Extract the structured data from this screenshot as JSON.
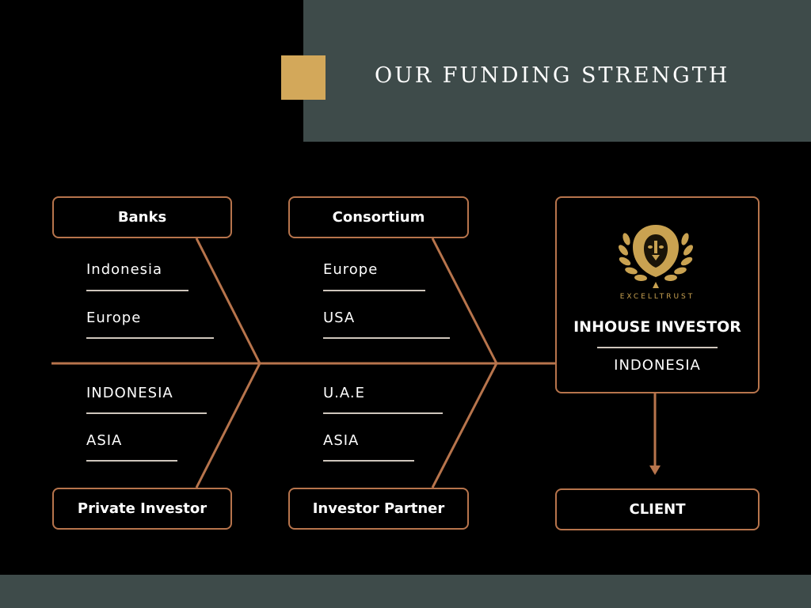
{
  "header": {
    "title": "OUR FUNDING STRENGTH"
  },
  "colors": {
    "accent_gold": "#d3a85a",
    "line_copper": "#b7744c",
    "panel_slate": "#3e4b4a",
    "background": "#000000"
  },
  "nodes": {
    "banks": {
      "label": "Banks",
      "items": [
        "Indonesia",
        "Europe"
      ]
    },
    "consortium": {
      "label": "Consortium",
      "items": [
        "Europe",
        "USA"
      ]
    },
    "private_investor": {
      "label": "Private Investor",
      "items": [
        "INDONESIA",
        "ASIA"
      ]
    },
    "investor_partner": {
      "label": "Investor Partner",
      "items": [
        "U.A.E",
        "ASIA"
      ]
    },
    "inhouse": {
      "brand": "EXCELLTRUST",
      "title": "INHOUSE INVESTOR",
      "location": "INDONESIA",
      "logo_icon": "lion-crest-icon"
    },
    "client": {
      "label": "CLIENT"
    }
  }
}
